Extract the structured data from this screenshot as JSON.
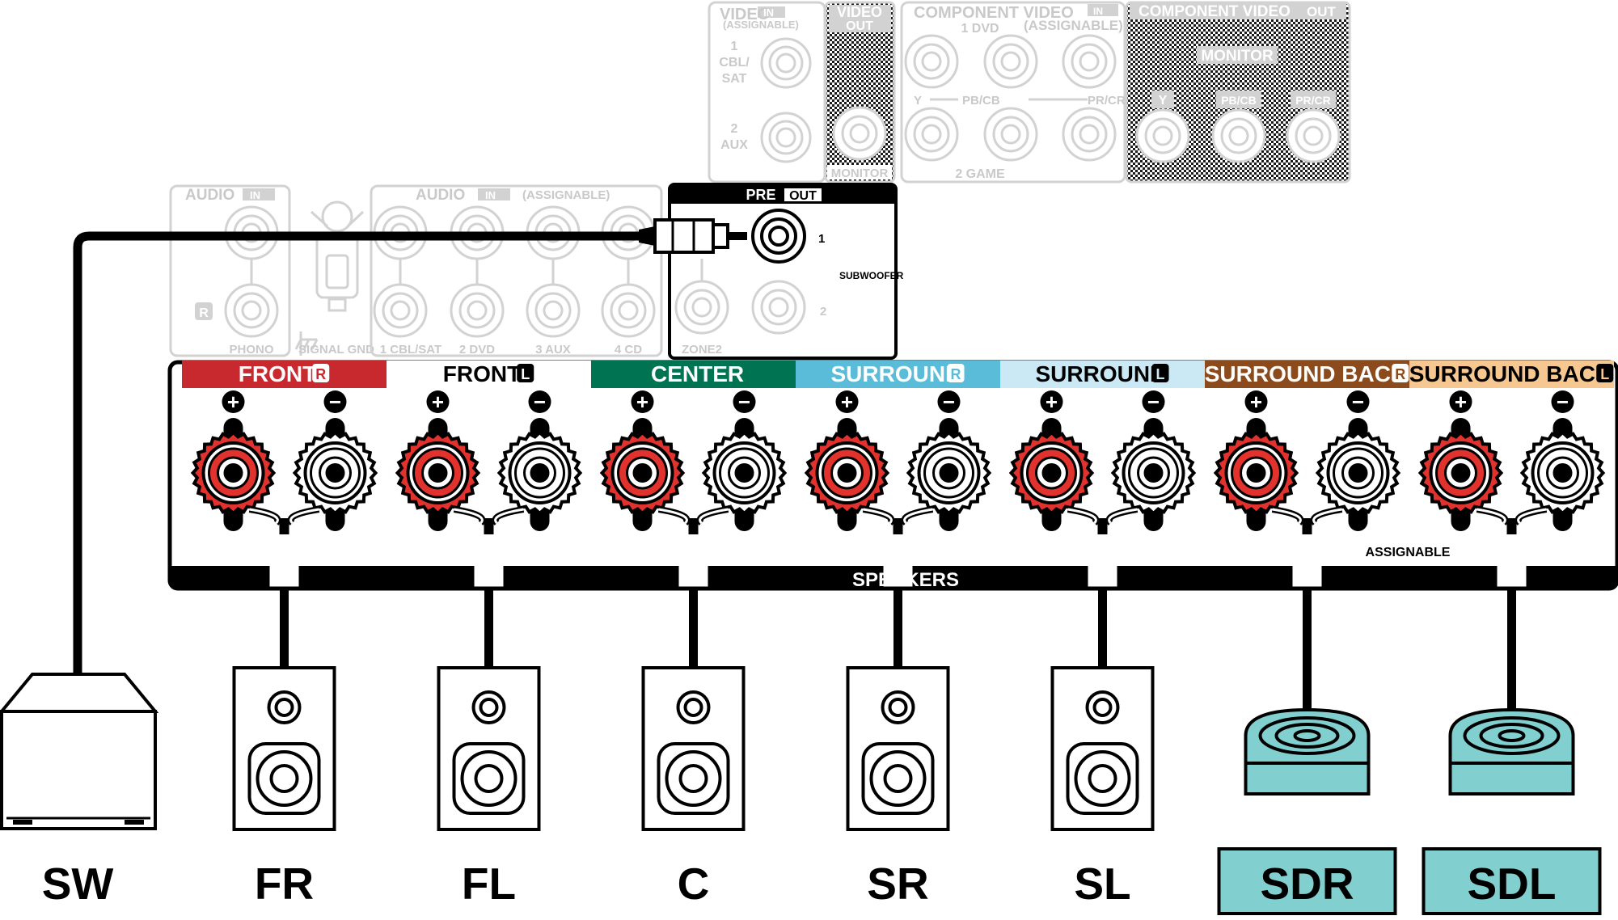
{
  "panel": {
    "video_in": {
      "title": "VIDEO",
      "tag": "IN",
      "sub": "(ASSIGNABLE)",
      "inputs": [
        "1",
        "CBL/",
        "SAT",
        "2",
        "AUX"
      ]
    },
    "video_out": {
      "title": "VIDEO",
      "tag": "OUT",
      "jack_label": "MONITOR"
    },
    "component_in": {
      "title": "COMPONENT VIDEO",
      "tag": "IN",
      "sub": "(ASSIGNABLE)",
      "row1": "1 DVD",
      "y": "Y",
      "pb": "PB/CB",
      "pr": "PR/CR",
      "row2": "2 GAME"
    },
    "component_out": {
      "title": "COMPONENT VIDEO",
      "tag": "OUT",
      "monitor": "MONITOR",
      "y": "Y",
      "pb": "PB/CB",
      "pr": "PR/CR"
    },
    "audio_in": {
      "title": "AUDIO",
      "tag": "IN",
      "r_badge": "R",
      "phono": "PHONO",
      "signal_gnd": "SIGNAL GND"
    },
    "audio_in_assignable": {
      "title": "AUDIO",
      "tag": "IN",
      "sub": "(ASSIGNABLE)",
      "jacks": [
        "1 CBL/SAT",
        "2 DVD",
        "3 AUX",
        "4 CD"
      ]
    },
    "pre_out": {
      "title": "PRE",
      "tag": "OUT",
      "num1": "1",
      "num2": "2",
      "subwoofer": "SUBWOOFER",
      "zone2": "ZONE2"
    }
  },
  "speaker_terminals": {
    "groups": [
      {
        "label": "FRONT",
        "badge": "R",
        "color": "#c8292f",
        "text_color": "#ffffff"
      },
      {
        "label": "FRONT",
        "badge": "L",
        "color": "#ffffff",
        "text_color": "#000000"
      },
      {
        "label": "CENTER",
        "badge": "",
        "color": "#007352",
        "text_color": "#ffffff"
      },
      {
        "label": "SURROUND",
        "badge": "R",
        "color": "#5bbcd9",
        "text_color": "#ffffff"
      },
      {
        "label": "SURROUND",
        "badge": "L",
        "color": "#cbe9f5",
        "text_color": "#000000"
      },
      {
        "label": "SURROUND BACK",
        "badge": "R",
        "color": "#8c4b1c",
        "text_color": "#ffffff"
      },
      {
        "label": "SURROUND BACK",
        "badge": "L",
        "color": "#f6c790",
        "text_color": "#000000"
      }
    ],
    "plus": "+",
    "minus": "−",
    "assignable": "ASSIGNABLE",
    "speakers": "SPEAKERS"
  },
  "speakers": [
    "SW",
    "FR",
    "FL",
    "C",
    "SR",
    "SL",
    "SDR",
    "SDL"
  ],
  "colors": {
    "terminal_red": "#e2322e",
    "height_speaker": "#82cfcf"
  }
}
